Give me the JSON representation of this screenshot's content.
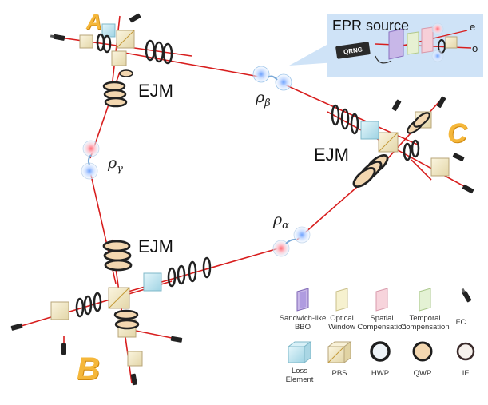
{
  "nodes": {
    "a": "A",
    "b": "B",
    "c": "C"
  },
  "ejm_labels": {
    "a": "EJM",
    "b": "EJM",
    "c": "EJM"
  },
  "states": {
    "beta": {
      "rho": "ρ",
      "sub": "β"
    },
    "gamma": {
      "rho": "ρ",
      "sub": "γ"
    },
    "alpha": {
      "rho": "ρ",
      "sub": "α"
    }
  },
  "epr_source": {
    "title": "EPR source",
    "chip": "QRNG",
    "port_e": "e",
    "port_o": "o"
  },
  "legend": [
    {
      "key": "sandwich_bbo",
      "label_line1": "Sandwich-like",
      "label_line2": "BBO",
      "icon": "sandwich-bbo-icon"
    },
    {
      "key": "optical_window",
      "label_line1": "Optical",
      "label_line2": "Window",
      "icon": "optical-window-icon"
    },
    {
      "key": "spatial_comp",
      "label_line1": "Spatial",
      "label_line2": "Compensation",
      "icon": "spatial-compensation-icon"
    },
    {
      "key": "temporal_comp",
      "label_line1": "Temporal",
      "label_line2": "Compensation",
      "icon": "temporal-compensation-icon"
    },
    {
      "key": "fc",
      "label_line1": "FC",
      "label_line2": "",
      "icon": "fiber-coupler-icon"
    },
    {
      "key": "loss",
      "label_line1": "Loss",
      "label_line2": "Element",
      "icon": "loss-element-icon"
    },
    {
      "key": "pbs",
      "label_line1": "PBS",
      "label_line2": "",
      "icon": "pbs-icon"
    },
    {
      "key": "hwp",
      "label_line1": "HWP",
      "label_line2": "",
      "icon": "hwp-icon"
    },
    {
      "key": "qwp",
      "label_line1": "QWP",
      "label_line2": "",
      "icon": "qwp-icon"
    },
    {
      "key": "if",
      "label_line1": "IF",
      "label_line2": "",
      "icon": "if-icon"
    }
  ],
  "colors": {
    "beam": "#d81e1e",
    "node_label": "#f5b73a",
    "epr_panel": "#cfe3f7",
    "hwp_ring": "#2a2a2a",
    "qwp_fill": "#f3d7b0",
    "pbs": "#f1e8c7",
    "loss": "#bfe3ee"
  }
}
